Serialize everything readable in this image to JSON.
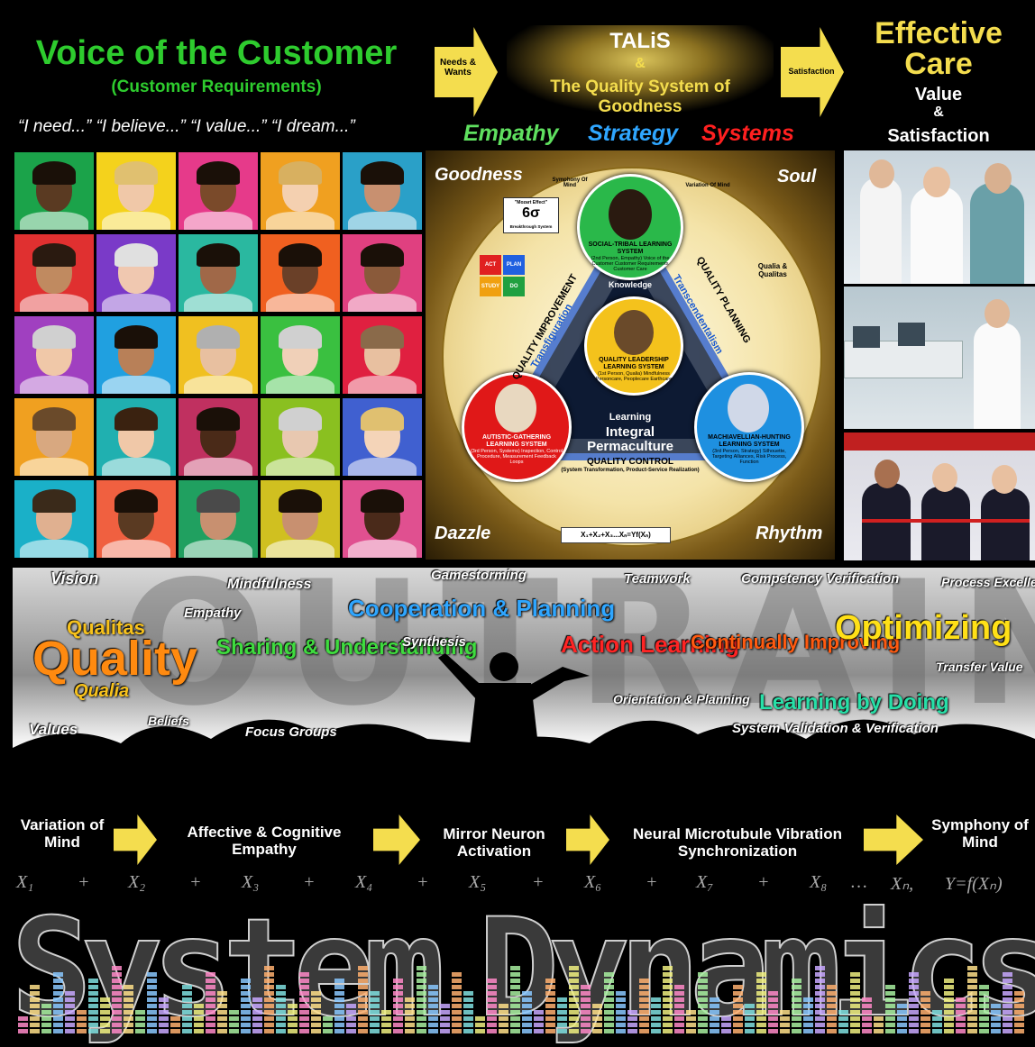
{
  "header": {
    "voice_title": "Voice of the Customer",
    "voice_sub": "(Customer Requirements)",
    "quotes": "“I need...”  “I believe...”  “I value...”  “I dream...”",
    "arrow1": "Needs & Wants",
    "talis": "TALiS",
    "amp": "&",
    "talis_sub": "The Quality System of Goodness",
    "arrow2": "Satisfaction",
    "effective": "Effective Care",
    "value": "Value",
    "amp2": "&",
    "satisfaction": "Satisfaction",
    "empathy": "Empathy",
    "strategy": "Strategy",
    "systems": "Systems"
  },
  "mandala": {
    "corners": [
      "Goodness",
      "Soul",
      "Dazzle",
      "Rhythm"
    ],
    "top_circle": "SOCIAL-TRIBAL LEARNING SYSTEM",
    "top_circle_sub": "(2nd Person, Empathy) Voice of the Customer Customer Requirements Customer Care",
    "center_circle": "QUALITY LEADERSHIP LEARNING SYSTEM",
    "center_circle_sub": "(1st Person, Qualia) Mindfulness Personcare, Peoplecare Earthcare",
    "left_circle": "AUTISTIC-GATHERING LEARNING SYSTEM",
    "left_circle_sub": "(3rd Person, Systems) Inspection, Control Procedure, Measurement Feedback Loops",
    "right_circle": "MACHIAVELLIAN-HUNTING LEARNING SYSTEM",
    "right_circle_sub": "(3rd Person, Strategy) Silhouette, Targeting Alliances, Risk Process, Function",
    "qi": "QUALITY IMPROVEMENT",
    "qp": "QUALITY PLANNING",
    "qc": "QUALITY CONTROL",
    "qc_sub": "(System Transformation, Product-Service Realization)",
    "transfiguration": "Transfiguration",
    "transcendentalism": "Transcendentalism",
    "knowledge": "Knowledge",
    "learning": "Learning",
    "integral": "Integral",
    "permaculture": "Permaculture",
    "sigma": "6σ",
    "mozart": "\"Mozart Effect\"",
    "breakthrough": "Breakthrough System",
    "symphony": "Symphony Of Mind",
    "variation": "Variation Of Mind",
    "qualia": "Qualia & Qualitas",
    "formula": "X₁+X₂+X₃...Xₙ=Yf(Xₙ)",
    "pdca": [
      "ACT",
      "PLAN",
      "STUDY",
      "DO"
    ]
  },
  "middle": {
    "words": [
      {
        "t": "Vision",
        "c": "#ffffff"
      },
      {
        "t": "Mindfulness",
        "c": "#ffffff"
      },
      {
        "t": "Gamestorming",
        "c": "#ffffff"
      },
      {
        "t": "Teamwork",
        "c": "#ffffff"
      },
      {
        "t": "Competency Verification",
        "c": "#ffffff"
      },
      {
        "t": "Process Excellence",
        "c": "#ffffff"
      },
      {
        "t": "Qualitas",
        "c": "#f7c21c"
      },
      {
        "t": "Empathy",
        "c": "#ffffff"
      },
      {
        "t": "Cooperation & Planning",
        "c": "#2fa6ff"
      },
      {
        "t": "Quality",
        "c": "#ff8a10"
      },
      {
        "t": "Sharing & Understanding",
        "c": "#3fdc3f"
      },
      {
        "t": "Synthesis",
        "c": "#ffffff"
      },
      {
        "t": "Action Learning",
        "c": "#ff2424"
      },
      {
        "t": "Continually Improving",
        "c": "#ff5a10"
      },
      {
        "t": "Optimizing",
        "c": "#ffe017"
      },
      {
        "t": "Qualia",
        "c": "#f7c21c"
      },
      {
        "t": "Transfer Value",
        "c": "#ffffff"
      },
      {
        "t": "Learning by Doing",
        "c": "#27e0a8"
      },
      {
        "t": "Orientation & Planning",
        "c": "#ffffff"
      },
      {
        "t": "Values",
        "c": "#ffffff"
      },
      {
        "t": "Beliefs",
        "c": "#ffffff"
      },
      {
        "t": "Focus Groups",
        "c": "#ffffff"
      },
      {
        "t": "System Validation & Verification",
        "c": "#ffffff"
      }
    ]
  },
  "flow": [
    "Variation of Mind",
    "Affective & Cognitive Empathy",
    "Mirror Neuron Activation",
    "Neural Microtubule Vibration Synchronization",
    "Symphony of Mind"
  ],
  "formula_row": [
    "X₁",
    "+",
    "X₂",
    "+",
    "X₃",
    "+",
    "X₄",
    "+",
    "X₅",
    "+",
    "X₆",
    "+",
    "X₇",
    "+",
    "X₈",
    "…",
    "Xₙ,",
    "Y=f(Xₙ)"
  ],
  "footer": {
    "word1": "System",
    "word2": "Dynamics"
  }
}
